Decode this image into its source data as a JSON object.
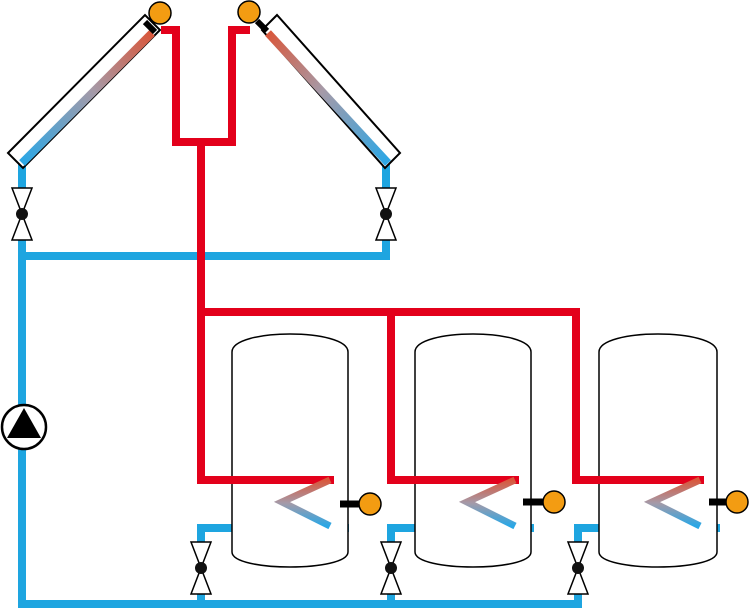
{
  "diagram": {
    "type": "solar-thermal-hydraulic-schematic",
    "colors": {
      "hot_line": "#e3001b",
      "cold_line": "#1ea5e0",
      "sensor": "#f39c12",
      "outline": "#000000",
      "collector_stripe_top": "#d9573b",
      "collector_stripe_bottom": "#2aa7e6",
      "background": "#ffffff"
    },
    "collectors": [
      {
        "name": "left-collector",
        "orientation": "slope-up-right"
      },
      {
        "name": "right-collector",
        "orientation": "slope-up-left"
      }
    ],
    "tanks": [
      {
        "name": "tank-1"
      },
      {
        "name": "tank-2"
      },
      {
        "name": "tank-3"
      }
    ],
    "valves": [
      {
        "name": "valve-left-collector"
      },
      {
        "name": "valve-right-collector"
      },
      {
        "name": "valve-tank-1"
      },
      {
        "name": "valve-tank-2"
      },
      {
        "name": "valve-tank-3"
      }
    ],
    "icons": {
      "pump": "pump-icon",
      "sensor": "temperature-sensor-icon",
      "valve": "valve-icon",
      "heat_exchanger": "heat-exchanger-coil-icon"
    }
  }
}
